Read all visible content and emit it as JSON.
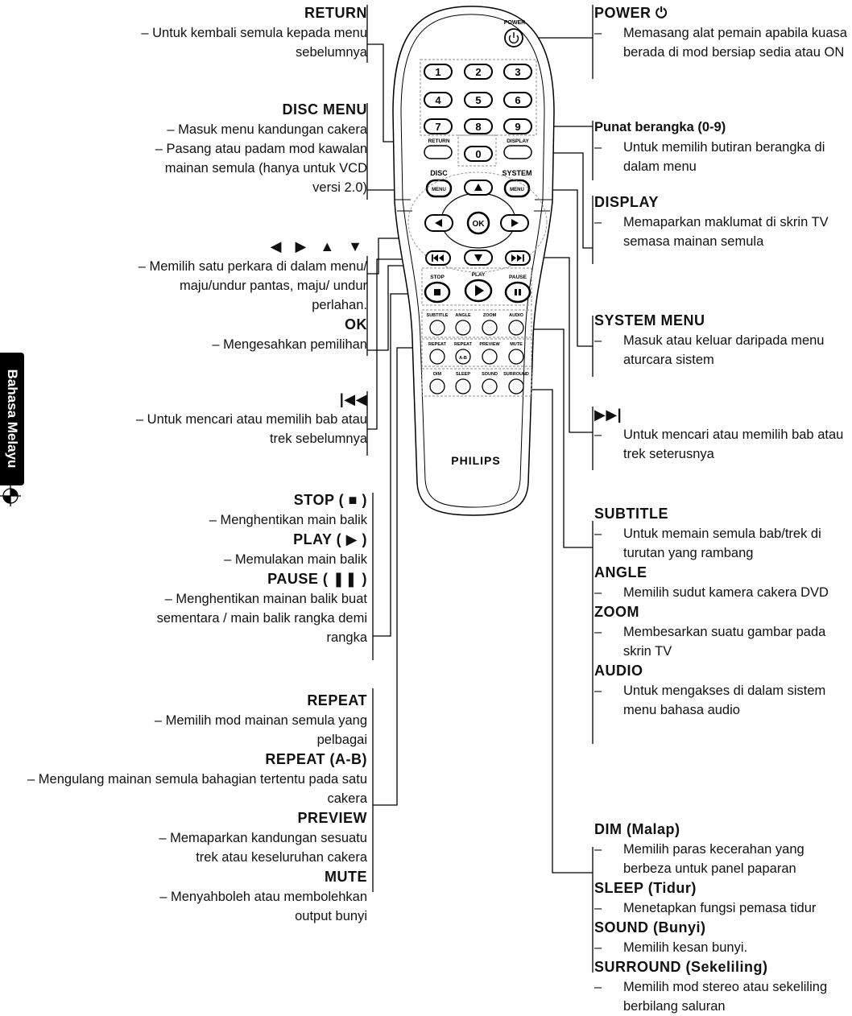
{
  "side_tab": "Bahasa Melayu",
  "remote": {
    "brand": "PHILIPS",
    "power_label": "POWER",
    "numbers": [
      "1",
      "2",
      "3",
      "4",
      "5",
      "6",
      "7",
      "8",
      "9",
      "0"
    ],
    "return_label": "RETURN",
    "display_label": "DISPLAY",
    "disc_label": "DISC",
    "system_label": "SYSTEM",
    "menu_label": "MENU",
    "ok_label": "OK",
    "stop_label": "STOP",
    "play_label": "PLAY",
    "pause_label": "PAUSE",
    "subtitle_label": "SUBTITLE",
    "angle_label": "ANGLE",
    "zoom_label": "ZOOM",
    "audio_label": "AUDIO",
    "repeat_label": "REPEAT",
    "repeat_ab_label": "REPEAT",
    "ab_label": "A-B",
    "preview_label": "PREVIEW",
    "mute_label": "MUTE",
    "dim_label": "DIM",
    "sleep_label": "SLEEP",
    "sound_label": "SOUND",
    "surround_label": "SURROUND"
  },
  "left": {
    "return": {
      "title": "RETURN",
      "desc": "– Untuk kembali semula kepada menu sebelumnya"
    },
    "disc_menu": {
      "title": "DISC MENU",
      "desc1": "– Masuk menu kandungan cakera",
      "desc2": "– Pasang atau padam mod kawalan mainan semula (hanya untuk VCD versi 2.0)"
    },
    "arrows": {
      "title": "◀ ▶ ▲ ▼",
      "desc": "– Memilih satu perkara di dalam menu/ maju/undur pantas, maju/ undur perlahan."
    },
    "ok": {
      "title": "OK",
      "desc": "– Mengesahkan pemilihan"
    },
    "prev": {
      "title": "|◀◀",
      "desc": "– Untuk mencari atau memilih bab atau trek sebelumnya"
    },
    "stop": {
      "title": "STOP ( ■ )",
      "desc": "– Menghentikan main balik"
    },
    "play": {
      "title": "PLAY ( ▶ )",
      "desc": "– Memulakan main balik"
    },
    "pause": {
      "title": "PAUSE ( ❚❚ )",
      "desc": "– Menghentikan mainan balik buat sementara / main balik rangka demi rangka"
    },
    "repeat": {
      "title": "REPEAT",
      "desc": "– Memilih mod mainan semula yang pelbagai"
    },
    "repeat_ab": {
      "title": "REPEAT (A-B)",
      "desc": "– Mengulang mainan semula bahagian tertentu pada satu cakera"
    },
    "preview": {
      "title": "PREVIEW",
      "desc": "– Memaparkan kandungan sesuatu trek atau keseluruhan cakera"
    },
    "mute": {
      "title": "MUTE",
      "desc": "– Menyahboleh atau membolehkan output bunyi"
    }
  },
  "right": {
    "power": {
      "title": "POWER ⏻",
      "desc": "Memasang alat pemain apabila kuasa berada di mod bersiap sedia atau ON"
    },
    "numeric": {
      "title": "Punat berangka (0-9)",
      "desc": "Untuk memilih butiran berangka di dalam menu"
    },
    "display": {
      "title": "DISPLAY",
      "desc": "Memaparkan maklumat di skrin TV semasa mainan semula"
    },
    "system_menu": {
      "title": "SYSTEM MENU",
      "desc": "Masuk atau keluar daripada menu aturcara sistem"
    },
    "next": {
      "title": "▶▶|",
      "desc": "Untuk mencari atau memilih bab atau trek seterusnya"
    },
    "subtitle": {
      "title": "SUBTITLE",
      "desc": "Untuk memain semula bab/trek di turutan yang rambang"
    },
    "angle": {
      "title": "ANGLE",
      "desc": "Memilih sudut kamera cakera DVD"
    },
    "zoom": {
      "title": "ZOOM",
      "desc": "Membesarkan suatu gambar pada skrin TV"
    },
    "audio": {
      "title": "AUDIO",
      "desc": "Untuk mengakses di dalam sistem menu bahasa audio"
    },
    "dim": {
      "title": "DIM (Malap)",
      "desc": "Memilih paras kecerahan yang berbeza untuk panel paparan"
    },
    "sleep": {
      "title": "SLEEP (Tidur)",
      "desc": "Menetapkan fungsi pemasa tidur"
    },
    "sound": {
      "title": "SOUND (Bunyi)",
      "desc": "Memilih kesan bunyi."
    },
    "surround": {
      "title": "SURROUND (Sekeliling)",
      "desc": "Memilih mod stereo atau sekeliling berbilang saluran"
    }
  }
}
